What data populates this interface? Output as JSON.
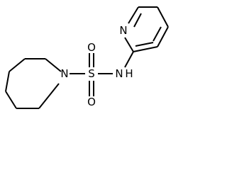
{
  "structure": {
    "atoms": {
      "ring_n": "N",
      "sulfur": "S",
      "oxygen_top": "O",
      "oxygen_bottom": "O",
      "amide_n": "N",
      "amide_h": "H",
      "pyridine_n": "N"
    }
  }
}
